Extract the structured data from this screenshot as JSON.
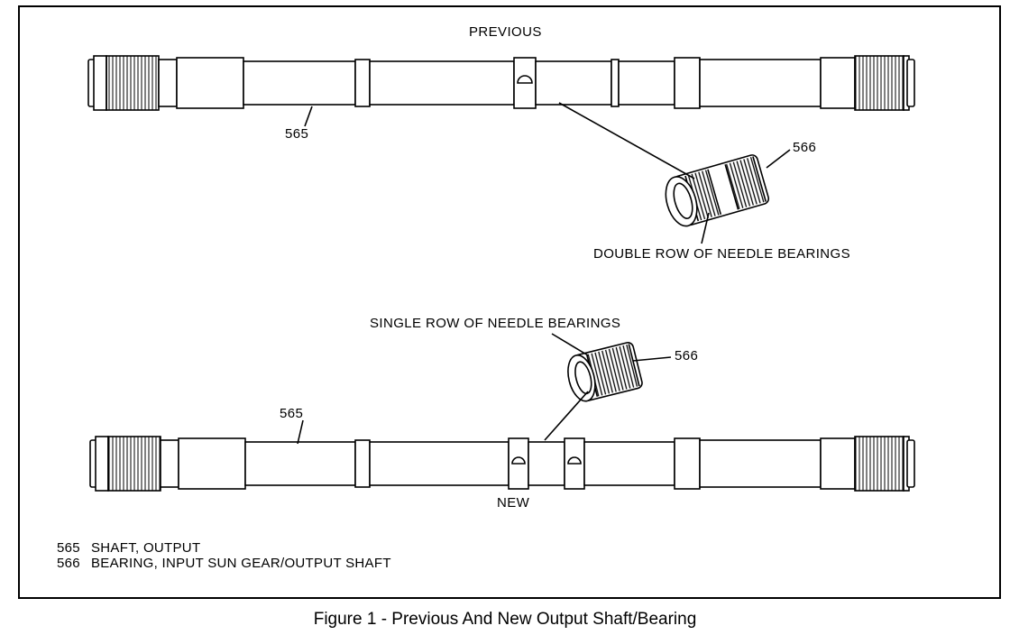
{
  "labels": {
    "previous": "PREVIOUS",
    "new": "NEW",
    "double_row": "DOUBLE ROW OF NEEDLE BEARINGS",
    "single_row": "SINGLE ROW OF NEEDLE BEARINGS",
    "shaft_callout_top": "565",
    "shaft_callout_bottom": "565",
    "bearing_callout_top": "566",
    "bearing_callout_bottom": "566"
  },
  "legend": [
    {
      "num": "565",
      "text": "SHAFT, OUTPUT"
    },
    {
      "num": "566",
      "text": "BEARING, INPUT SUN GEAR/OUTPUT SHAFT"
    }
  ],
  "caption": "Figure 1 - Previous And New Output Shaft/Bearing"
}
